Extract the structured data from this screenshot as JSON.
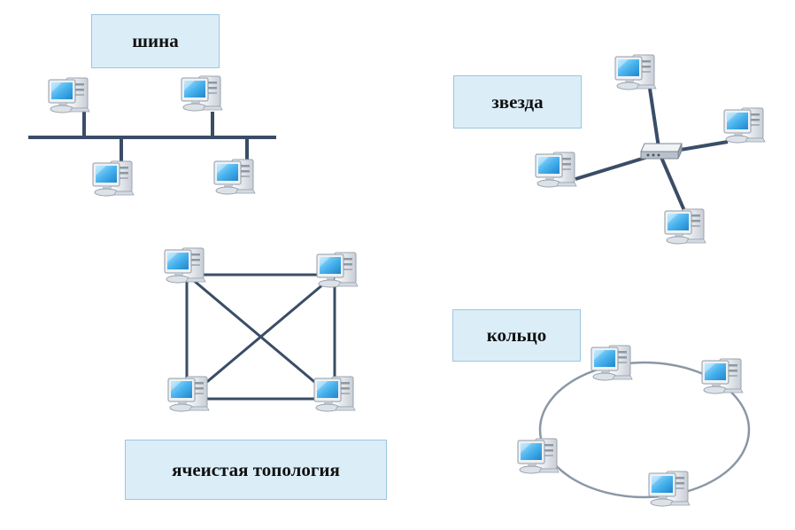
{
  "labels": {
    "bus": "шина",
    "star": "звезда",
    "ring": "кольцо",
    "mesh": "ячеистая топология"
  },
  "colors": {
    "cable": "#3a4d66",
    "ring": "#8a97a6",
    "label_bg": "#dbeef8",
    "screen": "#49b3ee",
    "case": "#e4e8ed"
  },
  "icons": {
    "computer": "computer-icon",
    "hub": "network-hub-icon"
  }
}
